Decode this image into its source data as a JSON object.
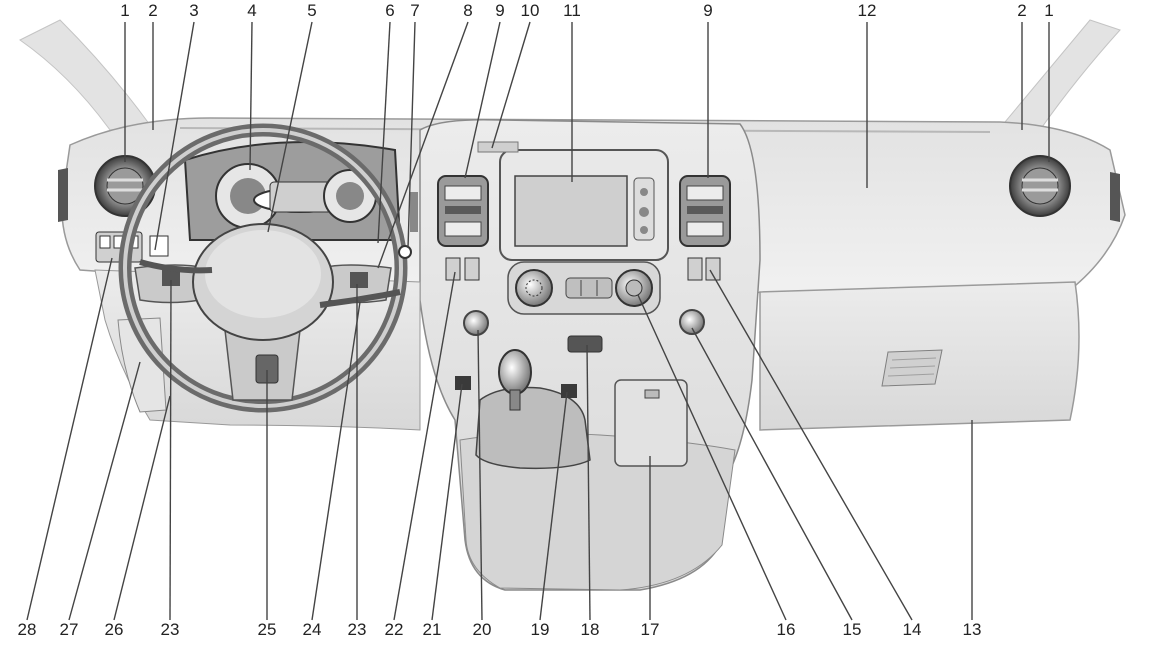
{
  "callouts_top": [
    "1",
    "2",
    "3",
    "4",
    "5",
    "6",
    "7",
    "8",
    "9",
    "10",
    "11",
    "9",
    "12",
    "2",
    "1"
  ],
  "callouts_bottom": [
    "28",
    "27",
    "26",
    "23",
    "25",
    "24",
    "23",
    "22",
    "21",
    "20",
    "19",
    "18",
    "17",
    "16",
    "15",
    "14",
    "13"
  ],
  "colors": {
    "stroke": "#8a8a8a",
    "dark": "#4a4a4a",
    "fill_light": "#eeeeee",
    "fill_mid": "#dcdcdc",
    "fill_dark": "#b9b9b9"
  }
}
